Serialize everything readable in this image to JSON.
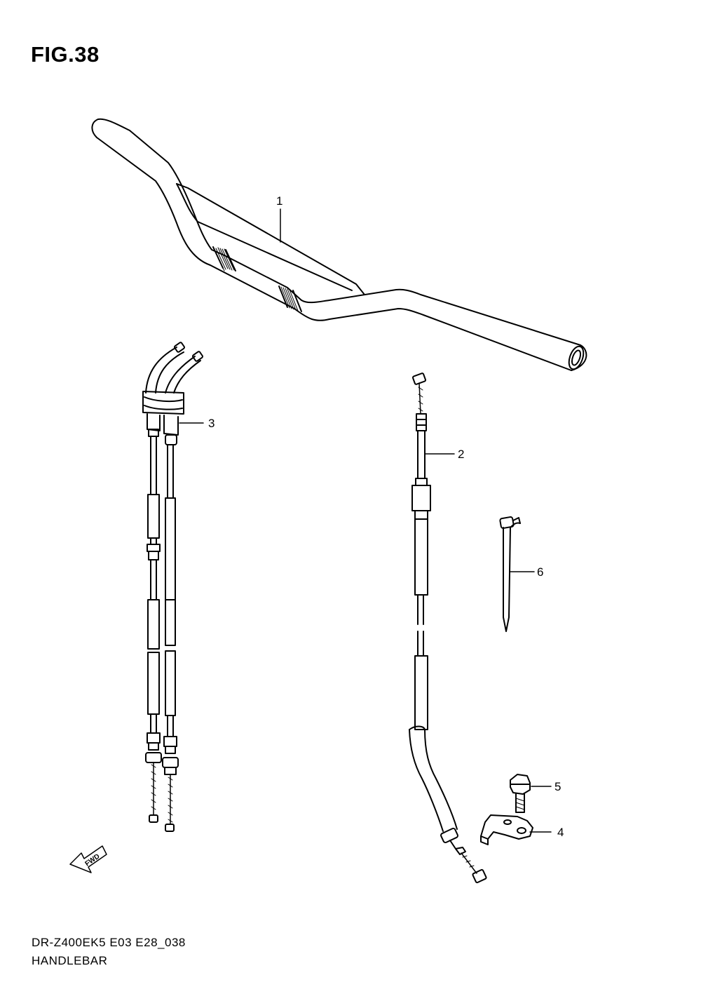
{
  "figure": {
    "title": "FIG.38"
  },
  "footer": {
    "model_code": "DR-Z400EK5  E03  E28_038",
    "section_name": "HANDLEBAR"
  },
  "callouts": [
    {
      "id": "1",
      "label": "1"
    },
    {
      "id": "2",
      "label": "2"
    },
    {
      "id": "3",
      "label": "3"
    },
    {
      "id": "4",
      "label": "4"
    },
    {
      "id": "5",
      "label": "5"
    },
    {
      "id": "6",
      "label": "6"
    }
  ],
  "direction_marker": {
    "label": "FWD"
  },
  "colors": {
    "line": "#000000",
    "background": "#ffffff"
  }
}
